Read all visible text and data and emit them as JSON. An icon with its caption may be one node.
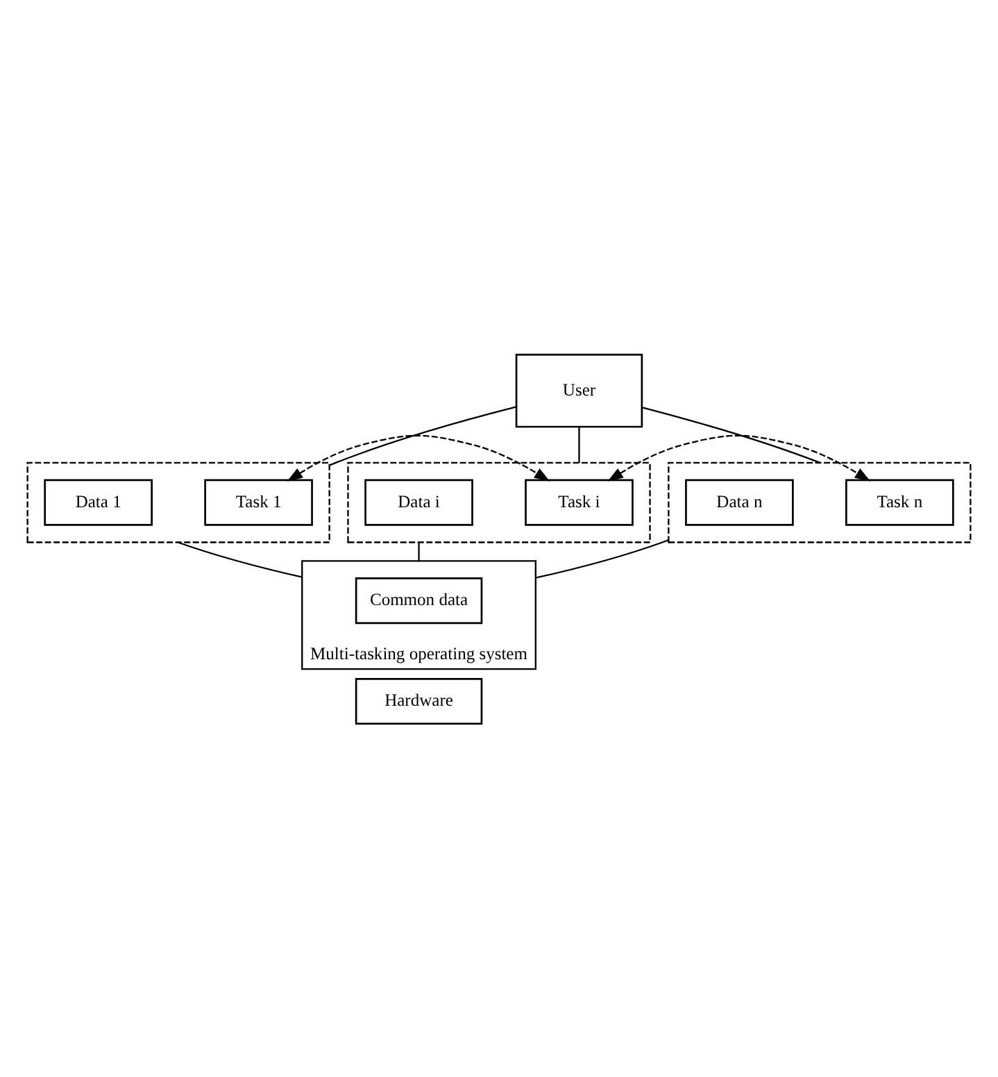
{
  "diagram": {
    "nodes": [
      {
        "text": [
          "User"
        ]
      },
      {
        "text": [],
        "shape": "box"
      },
      {
        "text": [
          "Task 1"
        ],
        "in": 1
      },
      {
        "text": [
          "Data 1"
        ],
        "in": 1
      },
      {
        "text": [],
        "shape": "box"
      },
      {
        "text": [
          "Task i"
        ],
        "in": 4
      },
      {
        "text": [
          "Data i"
        ],
        "in": 4
      },
      {
        "text": [],
        "shape": "box"
      },
      {
        "text": [
          "Task n"
        ],
        "in": 7
      },
      {
        "text": [
          "Data n"
        ],
        "in": 7
      },
      {
        "text": [
          "Multi-tasking operating system"
        ]
      },
      {
        "text": [
          "Common data"
        ],
        "in": 10
      },
      {
        "text": [
          "Hardware"
        ]
      }
    ],
    "edges": [
      {
        "from": 0,
        "to": 1,
        "arrow": "none"
      },
      {
        "from": 0,
        "to": 4,
        "arrow": "none"
      },
      {
        "from": 0,
        "to": 7,
        "arrow": "none"
      },
      {
        "from": 2,
        "to": 5,
        "arrow": "both",
        "style": "dashed"
      },
      {
        "from": 5,
        "to": 8,
        "arrow": "both",
        "style": "dashed"
      },
      {
        "from": 1,
        "to": 10,
        "arrow": "none"
      },
      {
        "from": 4,
        "to": 10,
        "arrow": "none"
      },
      {
        "from": 7,
        "to": 10,
        "arrow": "none"
      }
    ]
  }
}
